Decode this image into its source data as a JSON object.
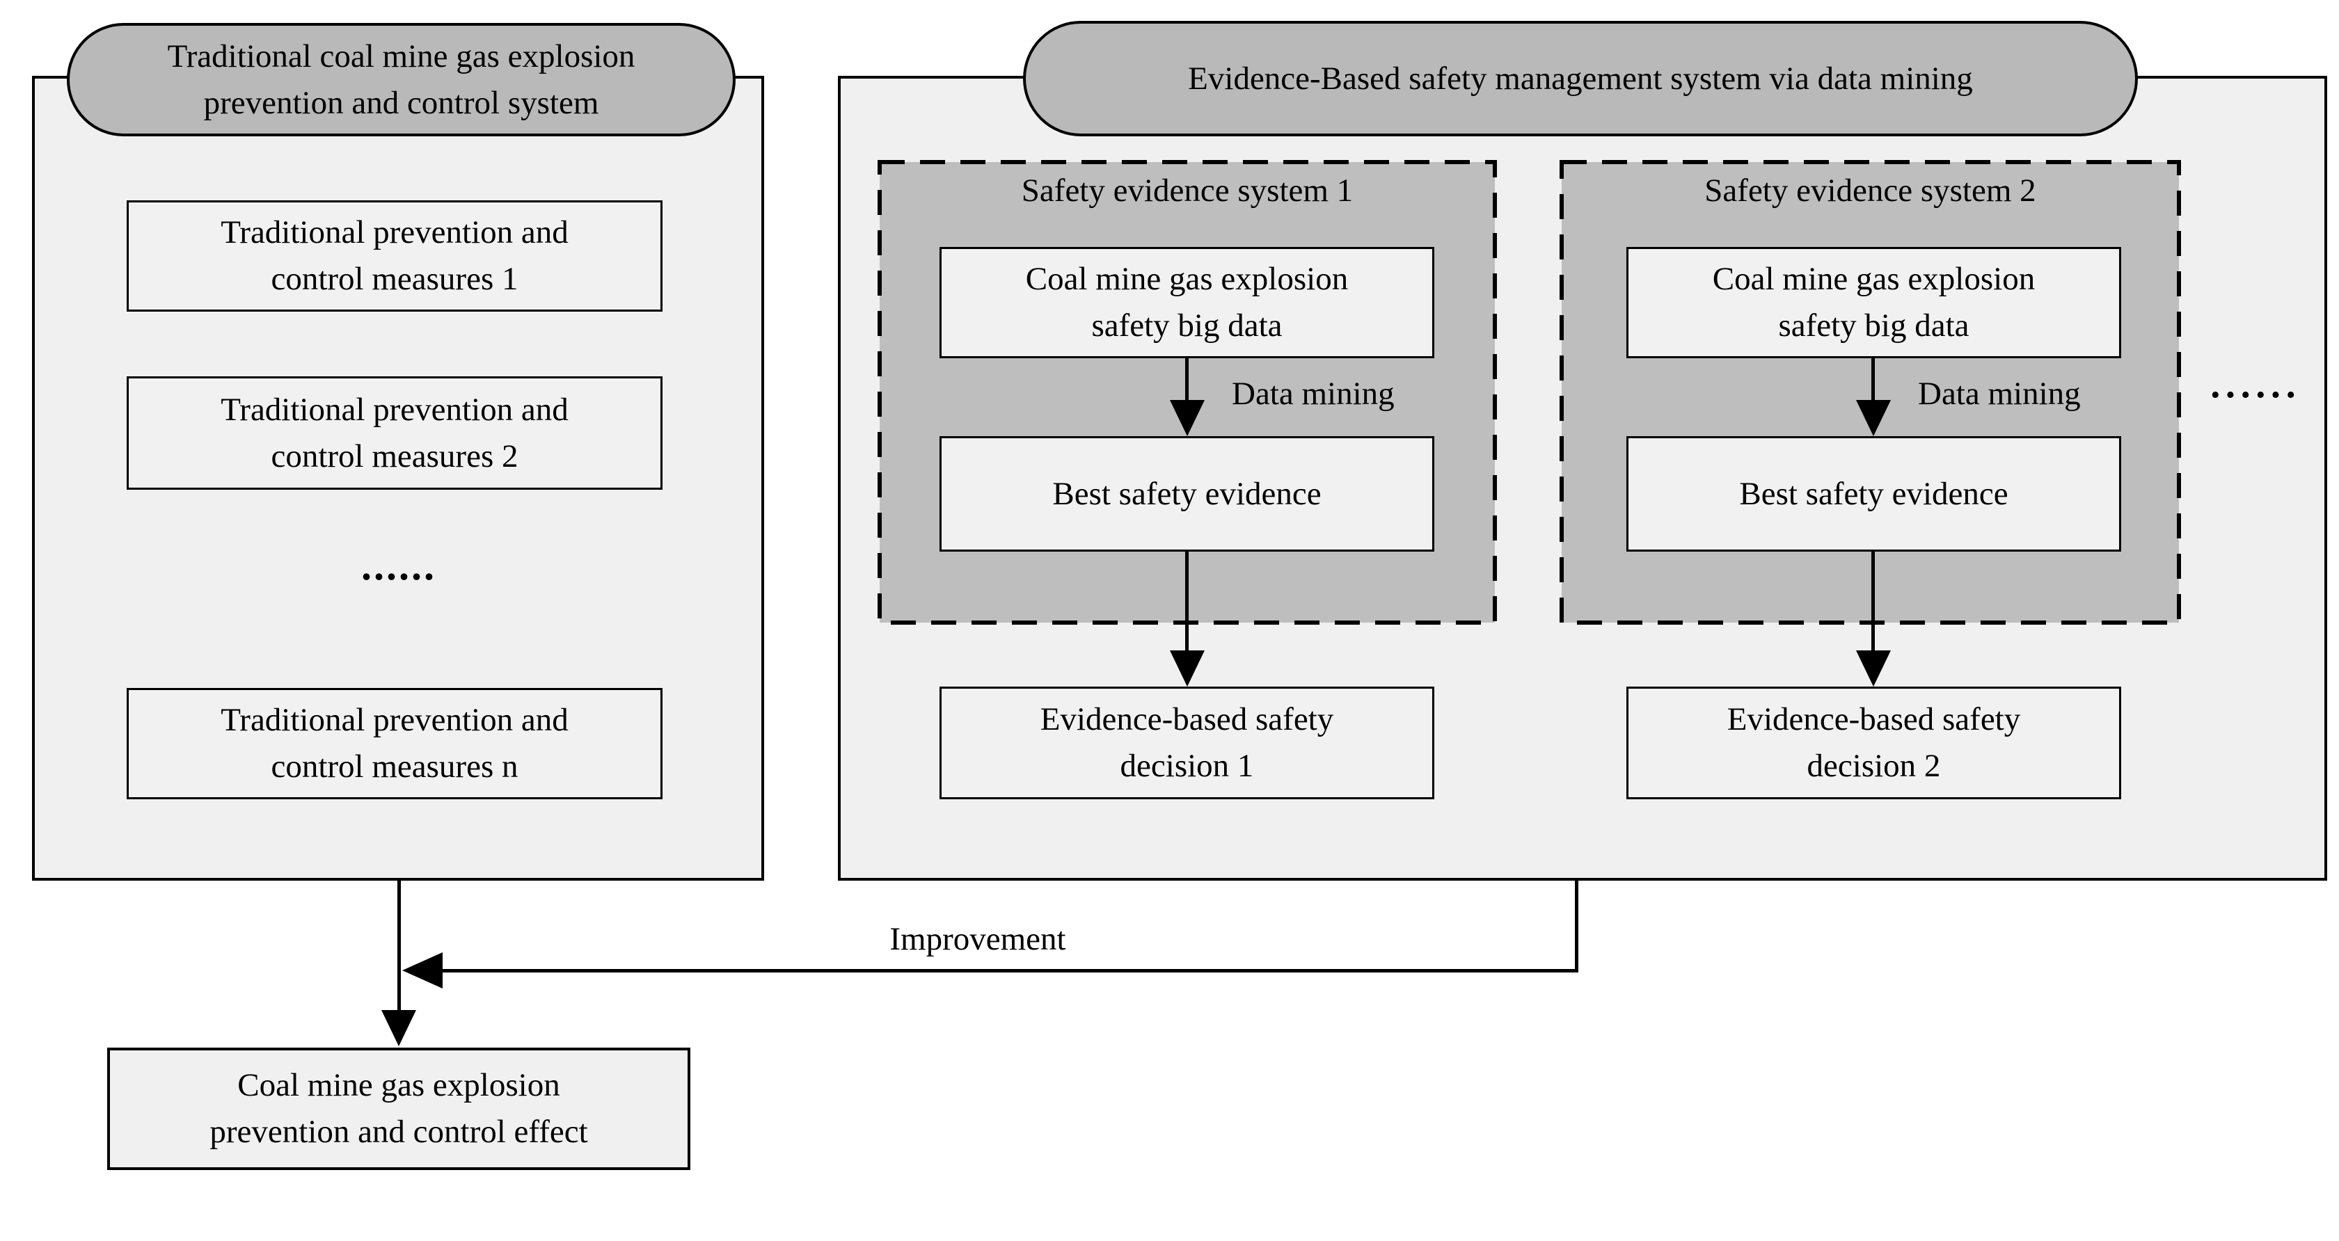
{
  "colors": {
    "ink": "#000000",
    "panel_fill": "#f0f0f0",
    "pill_fill": "#b9b9b9",
    "dashed_fill": "#bebebe",
    "box_fill": "#f1f1f1"
  },
  "left_panel": {
    "pill_title": "Traditional coal mine gas explosion\nprevention and control system",
    "measure_boxes": [
      {
        "label": "Traditional prevention and\ncontrol measures 1"
      },
      {
        "label": "Traditional prevention and\ncontrol measures 2"
      },
      {
        "label": "Traditional prevention and\ncontrol measures n"
      }
    ],
    "ellipsis": "......"
  },
  "right_panel": {
    "pill_title": "Evidence-Based safety management system via data mining",
    "systems": [
      {
        "title": "Safety evidence system 1",
        "big_data_box": "Coal mine gas explosion\nsafety big data",
        "arrow_label": "Data mining",
        "evidence_box": "Best safety evidence",
        "decision_box": "Evidence-based safety\ndecision 1"
      },
      {
        "title": "Safety evidence system 2",
        "big_data_box": "Coal mine gas explosion\nsafety big data",
        "arrow_label": "Data mining",
        "evidence_box": "Best safety evidence",
        "decision_box": "Evidence-based safety\ndecision 2"
      }
    ],
    "ellipsis": "······"
  },
  "flow": {
    "improvement_label": "Improvement",
    "result_box": "Coal mine gas explosion\nprevention and control  effect"
  }
}
